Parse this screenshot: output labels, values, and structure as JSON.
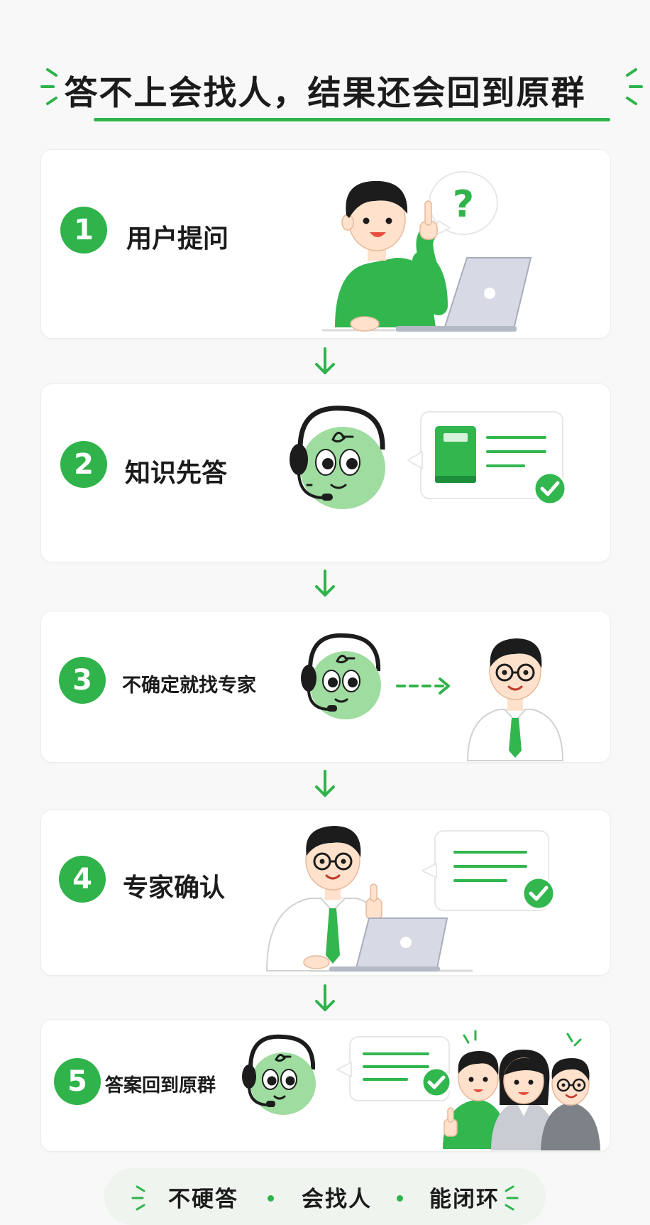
{
  "title": "答不上会找人，结果还会回到原群",
  "steps": [
    {
      "num": "1",
      "label": "用户提问",
      "bubble_mark": "?"
    },
    {
      "num": "2",
      "label": "知识先答"
    },
    {
      "num": "3",
      "label": "不确定就找专家"
    },
    {
      "num": "4",
      "label": "专家确认"
    },
    {
      "num": "5",
      "label": "答案回到原群"
    }
  ],
  "footer": {
    "items": [
      "不硬答",
      "会找人",
      "能闭环"
    ]
  },
  "colors": {
    "accent": "#2fb34a",
    "mascot": "#9edc9f",
    "background": "#f7f8f7"
  }
}
